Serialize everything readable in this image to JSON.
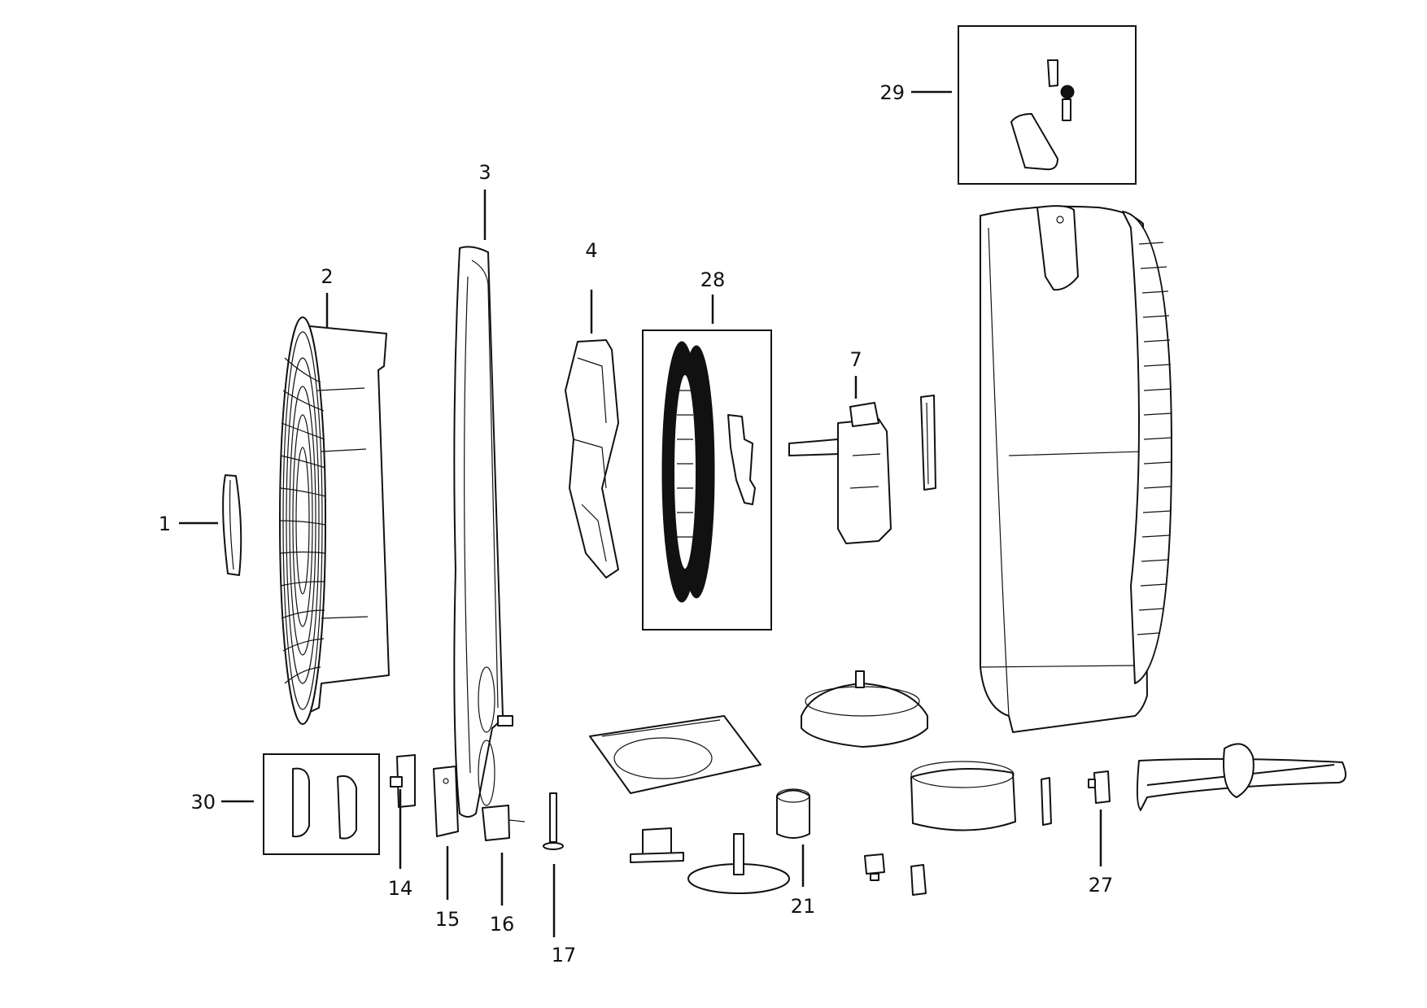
{
  "diagram": {
    "type": "exploded-parts-diagram",
    "colors": {
      "line": "#111111",
      "background": "#ffffff"
    },
    "callouts": [
      {
        "id": "1",
        "text": "1"
      },
      {
        "id": "2",
        "text": "2"
      },
      {
        "id": "3",
        "text": "3"
      },
      {
        "id": "4",
        "text": "4"
      },
      {
        "id": "7",
        "text": "7"
      },
      {
        "id": "14",
        "text": "14"
      },
      {
        "id": "15",
        "text": "15"
      },
      {
        "id": "16",
        "text": "16"
      },
      {
        "id": "17",
        "text": "17"
      },
      {
        "id": "21",
        "text": "21"
      },
      {
        "id": "27",
        "text": "27"
      },
      {
        "id": "28",
        "text": "28"
      },
      {
        "id": "29",
        "text": "29"
      },
      {
        "id": "30",
        "text": "30"
      }
    ]
  }
}
